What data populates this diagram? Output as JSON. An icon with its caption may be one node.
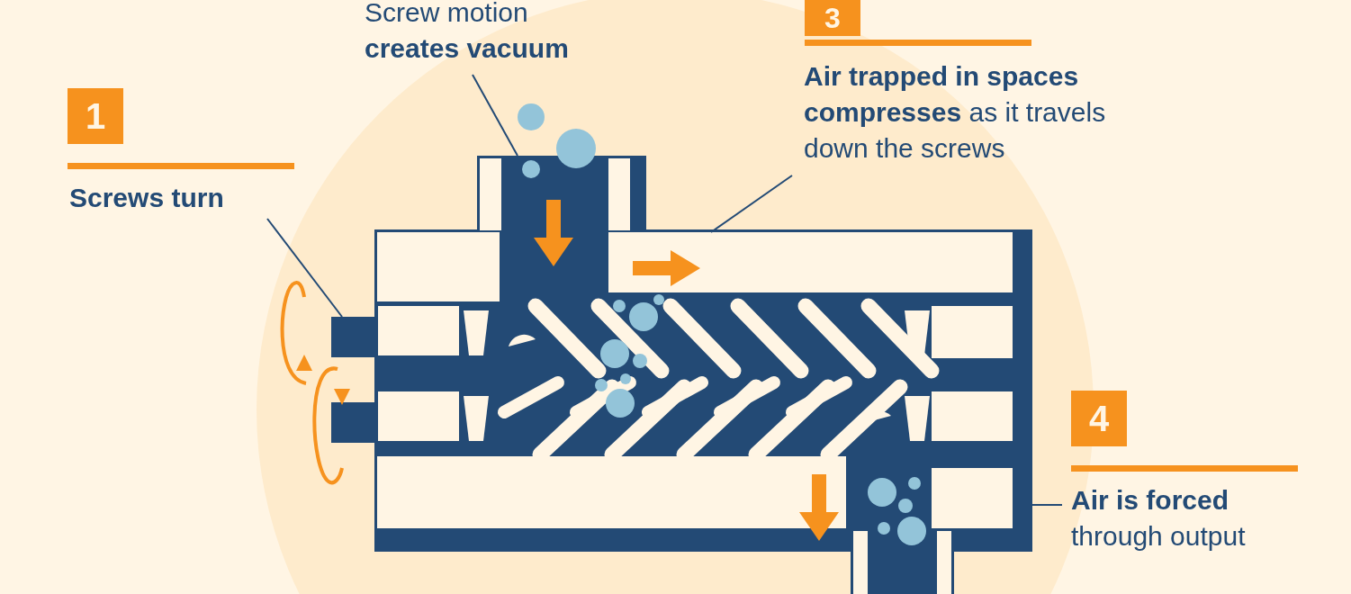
{
  "diagram": {
    "nodes": [
      {
        "text": [
          "Screws turn"
        ]
      },
      {
        "text": [],
        "shape": "picture"
      },
      {
        "text": [
          "Screw motion **creates vacuum**"
        ]
      },
      {
        "text": [],
        "shape": "picture"
      },
      {
        "text": [
          "**Air trapped in spaces compresses** as it travels down the screws"
        ]
      },
      {
        "text": [],
        "shape": "picture"
      },
      {
        "text": [
          "**Air is forced** through output"
        ]
      },
      {
        "text": [],
        "shape": "picture"
      }
    ],
    "edges": [
      {
        "from": 0,
        "to": 1,
        "arrow": "none"
      },
      {
        "from": 2,
        "to": 3,
        "arrow": "none"
      },
      {
        "from": 4,
        "to": 5,
        "arrow": "none"
      },
      {
        "from": 6,
        "to": 7,
        "arrow": "none"
      }
    ],
    "labels": [
      "1",
      "3",
      "4"
    ]
  }
}
